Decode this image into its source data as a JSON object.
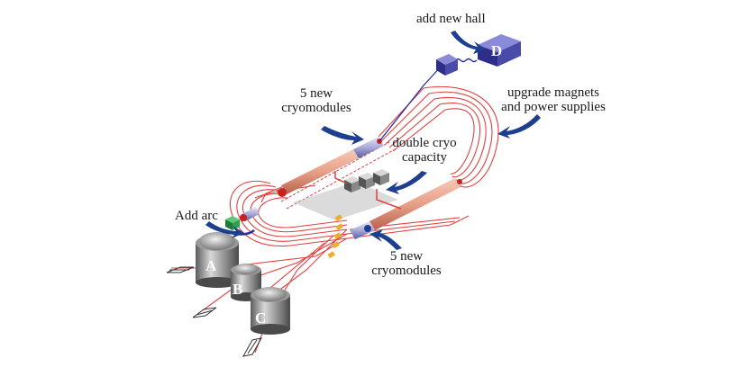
{
  "diagram": {
    "labels": {
      "add_new_hall": "add new hall",
      "hall_d": "D",
      "five_new_cryomodules_top_line1": "5 new",
      "five_new_cryomodules_top_line2": "cryomodules",
      "upgrade_line1": "upgrade magnets",
      "upgrade_line2": "and power supplies",
      "double_cryo_line1": "double cryo",
      "double_cryo_line2": "capacity",
      "add_arc": "Add arc",
      "five_new_cryomodules_bottom_line1": "5 new",
      "five_new_cryomodules_bottom_line2": "cryomodules"
    },
    "halls": [
      "A",
      "B",
      "C"
    ],
    "colors": {
      "beamline": "#e0413f",
      "arrow": "#1e3f8f",
      "hall_d_block": "#4a4aa8",
      "linac": "#e8a088",
      "cryomodule": "#8f8fc8",
      "arc_box": "#2e9e4f",
      "tank": "#9a9a9a"
    }
  }
}
